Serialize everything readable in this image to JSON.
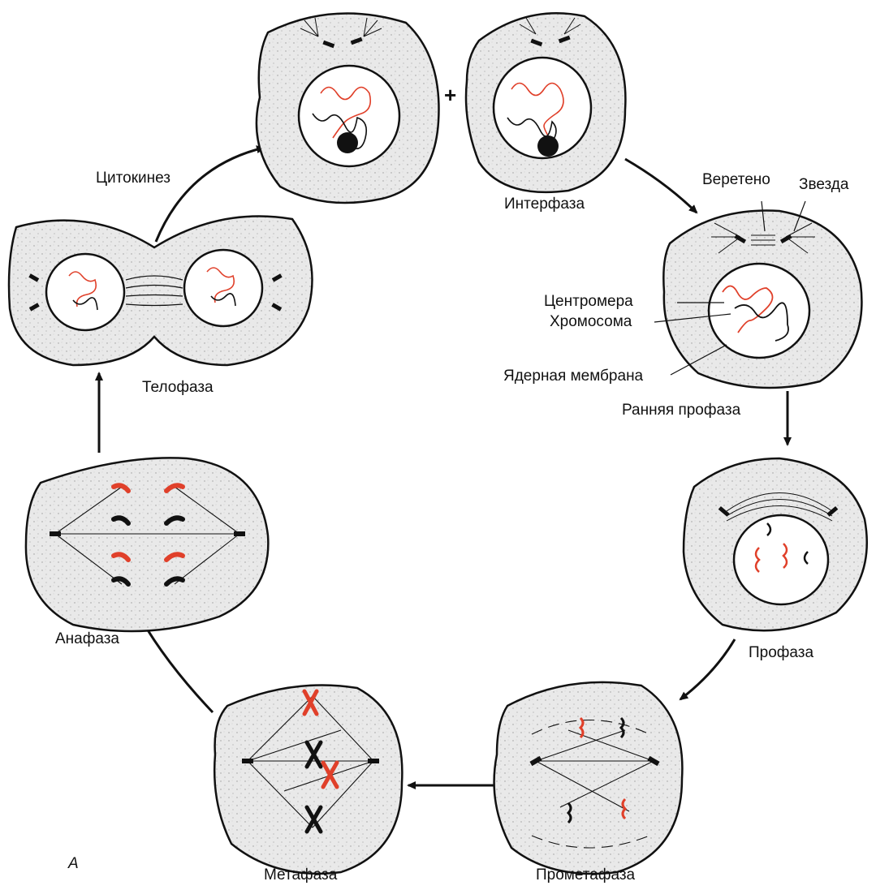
{
  "figure": {
    "panel_letter": "А",
    "plus_sign": "+",
    "stages": {
      "interphase": "Интерфаза",
      "early_prophase": "Ранняя профаза",
      "prophase": "Профаза",
      "prometaphase": "Прометафаза",
      "metaphase": "Метафаза",
      "anaphase": "Анафаза",
      "telophase": "Телофаза",
      "cytokinesis": "Цитокинез"
    },
    "structures": {
      "spindle": "Веретено",
      "aster": "Звезда",
      "centromere": "Центромера",
      "chromosome": "Хромосома",
      "nuclear_membrane": "Ядерная мембрана"
    }
  },
  "colors": {
    "ink": "#111111",
    "chromosome_red": "#e0402a",
    "cytoplasm": "#e6e6e6",
    "nucleus": "#ffffff"
  }
}
